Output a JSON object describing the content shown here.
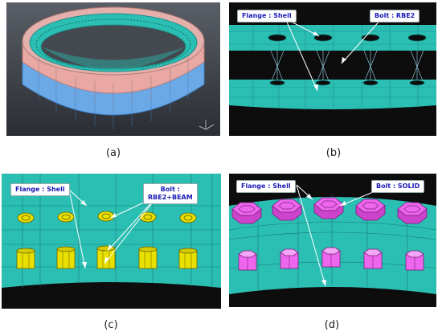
{
  "captions": {
    "a": "(a)",
    "b": "(b)",
    "c": "(c)",
    "d": "(d)"
  },
  "labels": {
    "b_flange": "Flange : Shell",
    "b_bolt": "Bolt : RBE2",
    "c_flange": "Flange : Shell",
    "c_bolt_line1": "Bolt :",
    "c_bolt_line2": "RBE2+BEAM",
    "d_flange": "Flange : Shell",
    "d_bolt": "Bolt : SOLID"
  },
  "colors": {
    "mesh": "#2bbfb4",
    "mesh_dark": "#1b8f88",
    "panel_bg": "#0d0d0d",
    "ring_top": "#e9a8a4",
    "ring_bottom": "#6aa8e6",
    "bolt_beam": "#e8e000",
    "bolt_solid": "#ee66ee",
    "label_text": "#1a1ab8",
    "arrow": "#ffffff"
  }
}
